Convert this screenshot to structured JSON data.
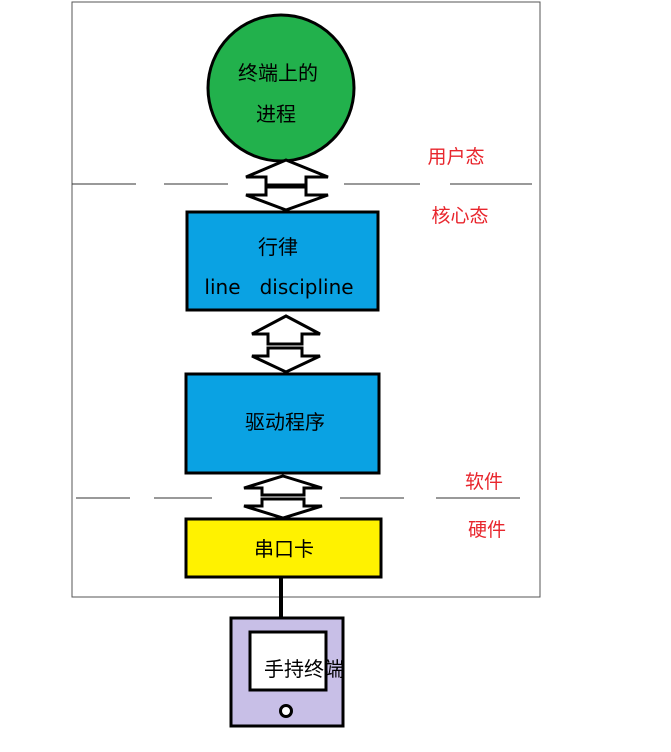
{
  "colors": {
    "process_fill": "#22b14c",
    "block_fill": "#0aa2e3",
    "serial_fill": "#fff200",
    "terminal_fill": "#c8bfe7",
    "outline": "#000000",
    "label_red": "#e8262d",
    "border_gray": "#555555"
  },
  "nodes": {
    "process_line1": "终端上的",
    "process_line2": "进程",
    "line_discipline_line1": "行律",
    "line_discipline_line2": "line   discipline",
    "driver": "驱动程序",
    "serial_card": "串口卡",
    "handheld_terminal": "手持终端"
  },
  "labels": {
    "user_mode": "用户态",
    "kernel_mode": "核心态",
    "software": "软件",
    "hardware": "硬件"
  }
}
